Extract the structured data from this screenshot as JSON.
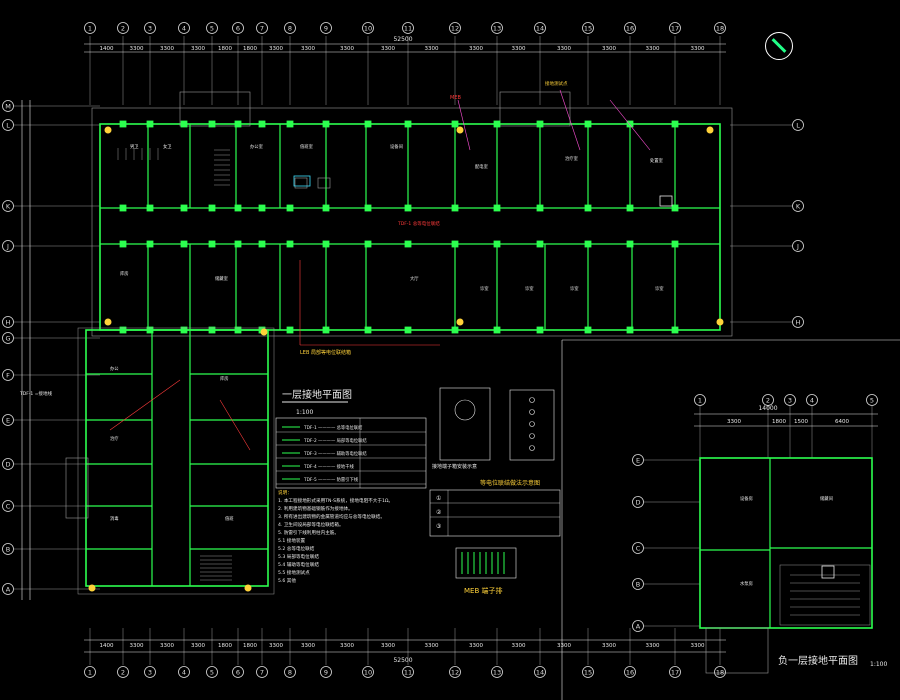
{
  "drawing": {
    "title_main": "一层接地平面图",
    "scale_main": "1:100",
    "title_basement": "负一层接地平面图",
    "scale_basement": "1:100",
    "overall_dim": "52500",
    "basement_overall_dim": "14000",
    "detail_title": "MEB 端子排",
    "detail2_title": "接地端子箱安装示意",
    "mark_table_title": "等电位联结做法示意图"
  },
  "grid": {
    "columns": [
      "1",
      "2",
      "3",
      "4",
      "5",
      "6",
      "7",
      "8",
      "9",
      "10",
      "11",
      "12",
      "13",
      "14",
      "15",
      "16",
      "17",
      "18"
    ],
    "top_dims": [
      "1400",
      "3300",
      "3300",
      "3300",
      "1800",
      "1800",
      "3300",
      "3300",
      "3300",
      "3300",
      "3300",
      "3300",
      "3300",
      "3300",
      "3300",
      "3300",
      "3300"
    ],
    "rows_left": [
      "M",
      "L",
      "K",
      "J",
      "H",
      "G",
      "F",
      "E",
      "D",
      "C",
      "B",
      "A"
    ],
    "basement_cols": [
      "1",
      "2",
      "3",
      "4",
      "5"
    ],
    "basement_dims": [
      "3300",
      "1800",
      "1500",
      "6400"
    ],
    "basement_rows": [
      "E",
      "D",
      "C",
      "B",
      "A"
    ]
  },
  "legend_rows": [
    "TDF-1 ———— 总等电位联结",
    "TDF-2 ———— 局部等电位联结",
    "TDF-3 ———— 辅助等电位联结",
    "TDF-4 ———— 接地干线",
    "TDF-5 ———— 防雷引下线"
  ],
  "notes": [
    "说明：",
    "1. 本工程接地形式采用TN-S系统，接地电阻不大于1Ω。",
    "2. 利用建筑物基础钢筋作为接地体。",
    "3. 所有进出建筑物的金属管道均应与总等电位联结。",
    "4. 卫生间设局部等电位联结箱。",
    "5. 防雷引下线利用柱内主筋。",
    "5.1 接地装置",
    "5.2 总等电位联结",
    "5.3 局部等电位联结",
    "5.4 辅助等电位联结",
    "5.5 接地测试点",
    "5.6 其他"
  ]
}
